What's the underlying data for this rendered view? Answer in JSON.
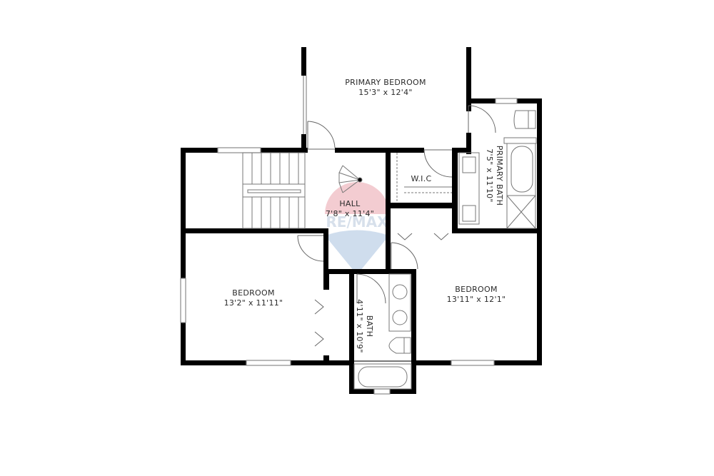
{
  "floorplan": {
    "rooms": [
      {
        "id": "primary-bedroom",
        "name": "PRIMARY BEDROOM",
        "dims": "15'3\" x 12'4\""
      },
      {
        "id": "primary-bath",
        "name": "PRIMARY BATH",
        "dims": "7'5\" x 11'10\""
      },
      {
        "id": "wic",
        "name": "W.I.C",
        "dims": ""
      },
      {
        "id": "hall",
        "name": "HALL",
        "dims": "7'8\" x 11'4\""
      },
      {
        "id": "bedroom-left",
        "name": "BEDROOM",
        "dims": "13'2\" x 11'11\""
      },
      {
        "id": "bedroom-right",
        "name": "BEDROOM",
        "dims": "13'11\" x 12'1\""
      },
      {
        "id": "bath",
        "name": "BATH",
        "dims": "4'11\" x 10'9\""
      }
    ],
    "watermark": {
      "text": "RE/MAX",
      "colors": {
        "red": "#e8a0a8",
        "blue": "#a9c3e0"
      }
    },
    "colors": {
      "wall": "#000000",
      "line": "#555555",
      "window": "#9a9a9a",
      "background": "#ffffff"
    }
  }
}
